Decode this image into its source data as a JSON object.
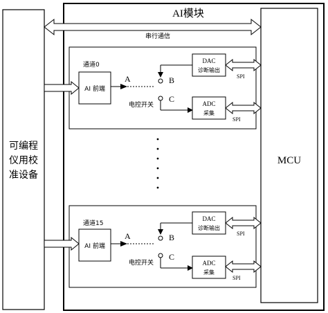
{
  "module_title": "AI模块",
  "serial_bus_label": "串行通信",
  "mcu_label": "MCU",
  "left_device": {
    "lines": [
      "可编程",
      "仪用校",
      "准设备"
    ]
  },
  "channels": [
    {
      "name": "通道0",
      "frontend": "AI 前端",
      "dac": {
        "line1": "DAC",
        "line2": "诊断输出"
      },
      "adc": {
        "line1": "ADC",
        "line2": "采集"
      },
      "switch_label": "电控开关",
      "node_a": "A",
      "node_b": "B",
      "node_c": "C",
      "spi_top": "SPI",
      "spi_bottom": "SPI"
    },
    {
      "name": "通道15",
      "frontend": "AI 前端",
      "dac": {
        "line1": "DAC",
        "line2": "诊断输出"
      },
      "adc": {
        "line1": "ADC",
        "line2": "采集"
      },
      "switch_label": "电控开关",
      "node_a": "A",
      "node_b": "B",
      "node_c": "C",
      "spi_top": "SPI",
      "spi_bottom": "SPI"
    }
  ]
}
